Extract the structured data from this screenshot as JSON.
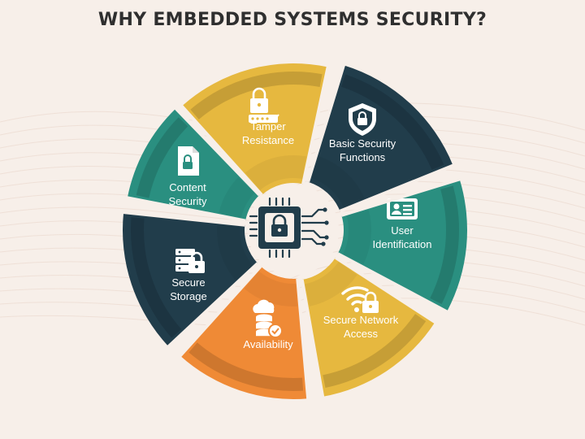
{
  "title": "WHY EMBEDDED SYSTEMS SECURITY?",
  "colors": {
    "background": "#f7efe9",
    "gold": "#e6b83f",
    "navy": "#213d4b",
    "teal": "#2a8f80",
    "orange": "#ef8a36",
    "title": "#2f2f2f"
  },
  "segments": [
    {
      "key": "tamper",
      "lines": [
        "Tamper",
        "Resistance"
      ],
      "color": "#e6b83f",
      "icon": "password-lock-icon"
    },
    {
      "key": "basic",
      "lines": [
        "Basic Security",
        "Functions"
      ],
      "color": "#213d4b",
      "icon": "shield-lock-icon"
    },
    {
      "key": "user",
      "lines": [
        "User",
        "Identification"
      ],
      "color": "#2a8f80",
      "icon": "id-card-icon"
    },
    {
      "key": "network",
      "lines": [
        "Secure Network",
        "Access"
      ],
      "color": "#e6b83f",
      "icon": "wifi-lock-icon"
    },
    {
      "key": "availability",
      "lines": [
        "Availability"
      ],
      "color": "#ef8a36",
      "icon": "cloud-database-check-icon"
    },
    {
      "key": "storage",
      "lines": [
        "Secure",
        "Storage"
      ],
      "color": "#213d4b",
      "icon": "server-lock-icon"
    },
    {
      "key": "content",
      "lines": [
        "Content",
        "Security"
      ],
      "color": "#2a8f80",
      "icon": "file-lock-icon"
    }
  ],
  "center_icon": "chip-lock-icon"
}
